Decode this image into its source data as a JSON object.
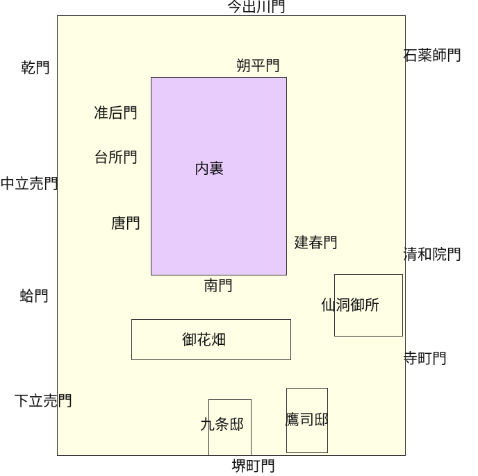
{
  "colors": {
    "grounds": "#ffffe6",
    "dairi": "#e8ccfc",
    "border": "#333333"
  },
  "areas": {
    "dairi": "内裏",
    "sento": "仙洞御所",
    "ohanabatake": "御花畑",
    "kujo": "九条邸",
    "takatsukasa": "鷹司邸"
  },
  "gates": {
    "imadegawa": "今出川門",
    "inui": "乾門",
    "sekiyakushi": "石薬師門",
    "sakuhei": "朔平門",
    "jugo": "准后門",
    "daidokoro": "台所門",
    "nakadachiuri": "中立売門",
    "kara": "唐門",
    "kenshun": "建春門",
    "seiwain": "清和院門",
    "minami": "南門",
    "hamaguri": "蛤門",
    "teramachi": "寺町門",
    "shimodachiuri": "下立売門",
    "sakaimachi": "堺町門"
  }
}
